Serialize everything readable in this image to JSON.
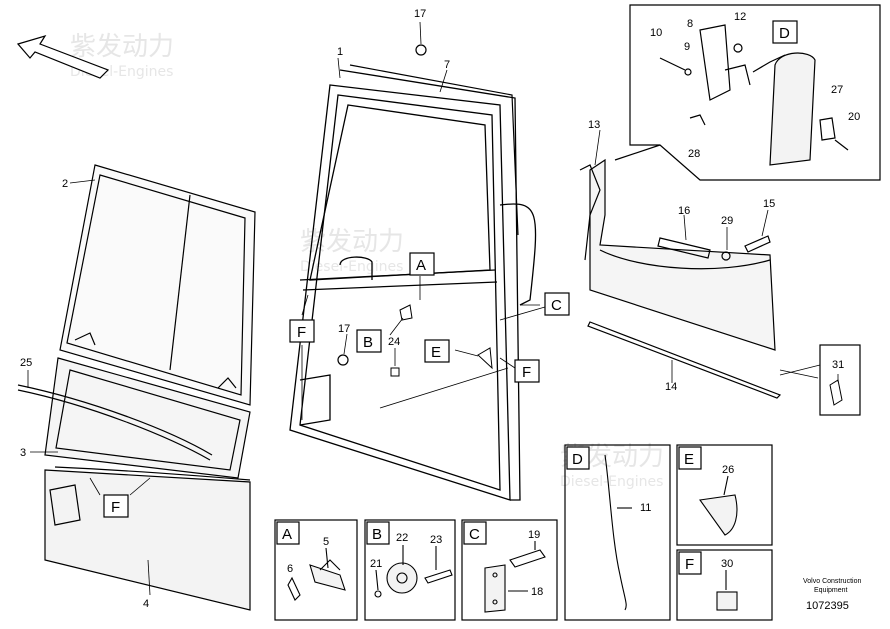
{
  "callouts": [
    "1",
    "2",
    "3",
    "4",
    "5",
    "6",
    "7",
    "8",
    "9",
    "10",
    "11",
    "12",
    "13",
    "14",
    "15",
    "16",
    "17",
    "17",
    "18",
    "19",
    "20",
    "21",
    "22",
    "23",
    "24",
    "25",
    "26",
    "27",
    "28",
    "29",
    "30",
    "31"
  ],
  "view_letters": [
    "A",
    "B",
    "C",
    "D",
    "E",
    "F"
  ],
  "detail_letters": [
    "A",
    "B",
    "C",
    "D",
    "E",
    "F"
  ],
  "watermark": {
    "brand": "紫发动力",
    "sub": "Diesel-Engines"
  },
  "footer": {
    "company": "Volvo Construction",
    "line2": "Equipment",
    "drawing_number": "1072395"
  },
  "colors": {
    "line": "#000000",
    "panel": "#f3f3f3",
    "watermark": "#e6e6e6"
  }
}
